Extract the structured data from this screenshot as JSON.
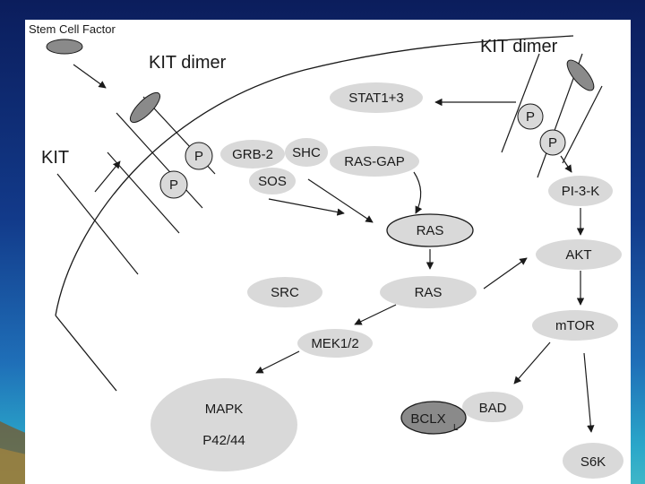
{
  "labels": {
    "stem_cell_factor": "Stem Cell Factor",
    "kit_dimer_left": "KIT dimer",
    "kit_dimer_right": "KIT dimer",
    "kit": "KIT"
  },
  "nodes": {
    "p_left_1": "P",
    "p_left_2": "P",
    "p_right_1": "P",
    "p_right_2": "P",
    "grb2": "GRB-2",
    "shc": "SHC",
    "sos": "SOS",
    "ras_gap": "RAS-GAP",
    "stat": "STAT1+3",
    "ras_top": "RAS",
    "ras_mid": "RAS",
    "src": "SRC",
    "mek": "MEK1/2",
    "mapk_line1": "MAPK",
    "mapk_line2": "P42/44",
    "pi3k": "PI-3-K",
    "akt": "AKT",
    "mtor": "mTOR",
    "bad": "BAD",
    "bclx": "BCLX",
    "bclx_sub": "L",
    "s6k": "S6K"
  },
  "colors": {
    "node_fill": "#d9d9d9",
    "node_dark_fill": "#8a8a8a",
    "line": "#1a1a1a"
  }
}
